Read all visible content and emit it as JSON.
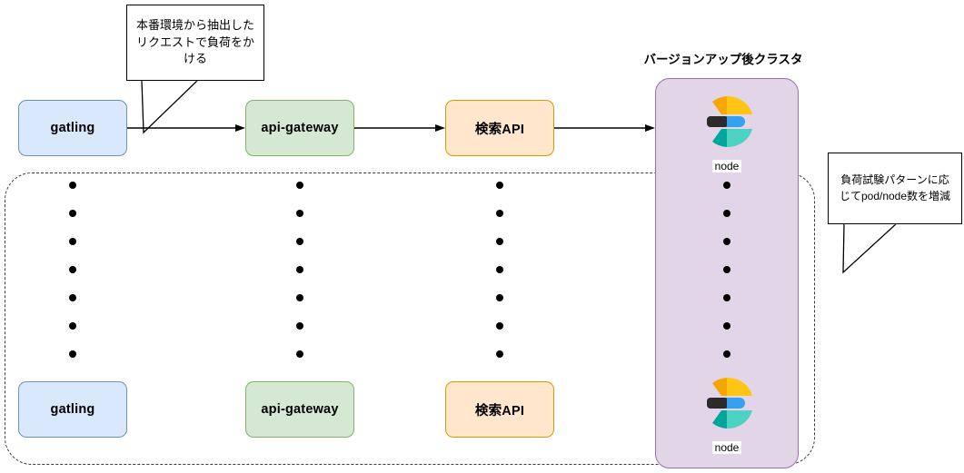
{
  "diagram": {
    "title_cluster": "バージョンアップ後クラスタ",
    "callout_left": "本番環境から抽出したリクエストで負荷をかける",
    "callout_right": "負荷試験パターンに応じてpod/node数を増減",
    "node_label_top": "node",
    "node_label_bottom": "node",
    "rows": {
      "top": [
        {
          "label": "gatling",
          "fill": "#dae8fc",
          "stroke": "#6c8ebf"
        },
        {
          "label": "api-gateway",
          "fill": "#d5e8d4",
          "stroke": "#82b366"
        },
        {
          "label": "検索API",
          "fill": "#ffe6cc",
          "stroke": "#d79b00"
        }
      ],
      "bottom": [
        {
          "label": "gatling",
          "fill": "#dae8fc",
          "stroke": "#6c8ebf"
        },
        {
          "label": "api-gateway",
          "fill": "#d5e8d4",
          "stroke": "#82b366"
        },
        {
          "label": "検索API",
          "fill": "#ffe6cc",
          "stroke": "#d79b00"
        }
      ]
    },
    "cluster": {
      "fill": "#e1d5e7",
      "stroke": "#9673a6"
    },
    "dots_per_column": 7,
    "colors": {
      "elasticsearch_yellow": "#fec514",
      "elasticsearch_orange": "#f5a700",
      "elasticsearch_blue": "#36a2ef",
      "elasticsearch_dark": "#2b2b2b",
      "elasticsearch_teal": "#4dd2c1",
      "elasticsearch_green": "#00a69b",
      "dashed_border": "#3b3b3b",
      "arrow": "#000000"
    }
  }
}
